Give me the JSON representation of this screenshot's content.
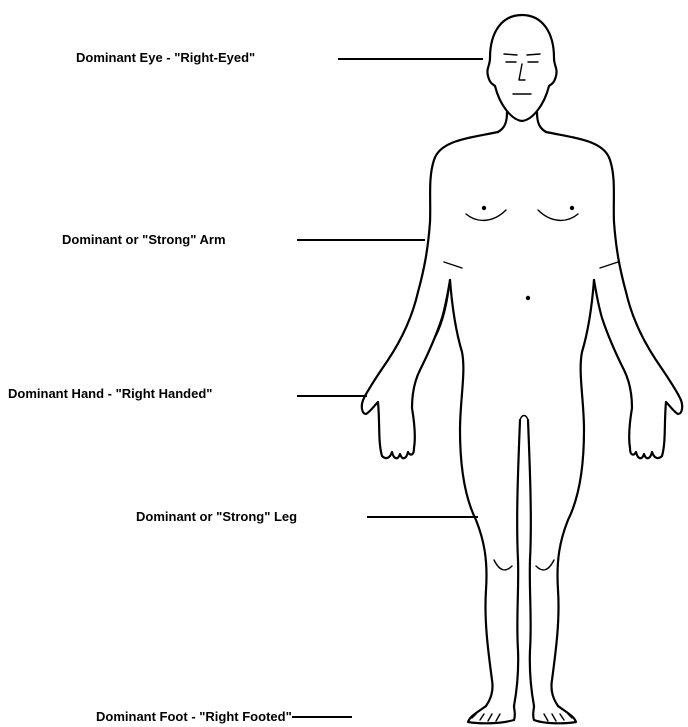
{
  "labels": {
    "eye": "Dominant Eye - \"Right-Eyed\"",
    "arm": "Dominant or \"Strong\" Arm",
    "hand": "Dominant Hand - \"Right Handed\"",
    "leg": "Dominant or \"Strong\" Leg",
    "foot": "Dominant Foot - \"Right Footed\""
  },
  "figure": {
    "subject": "human-body-front-outline",
    "line_color": "#000000",
    "background": "#ffffff"
  }
}
